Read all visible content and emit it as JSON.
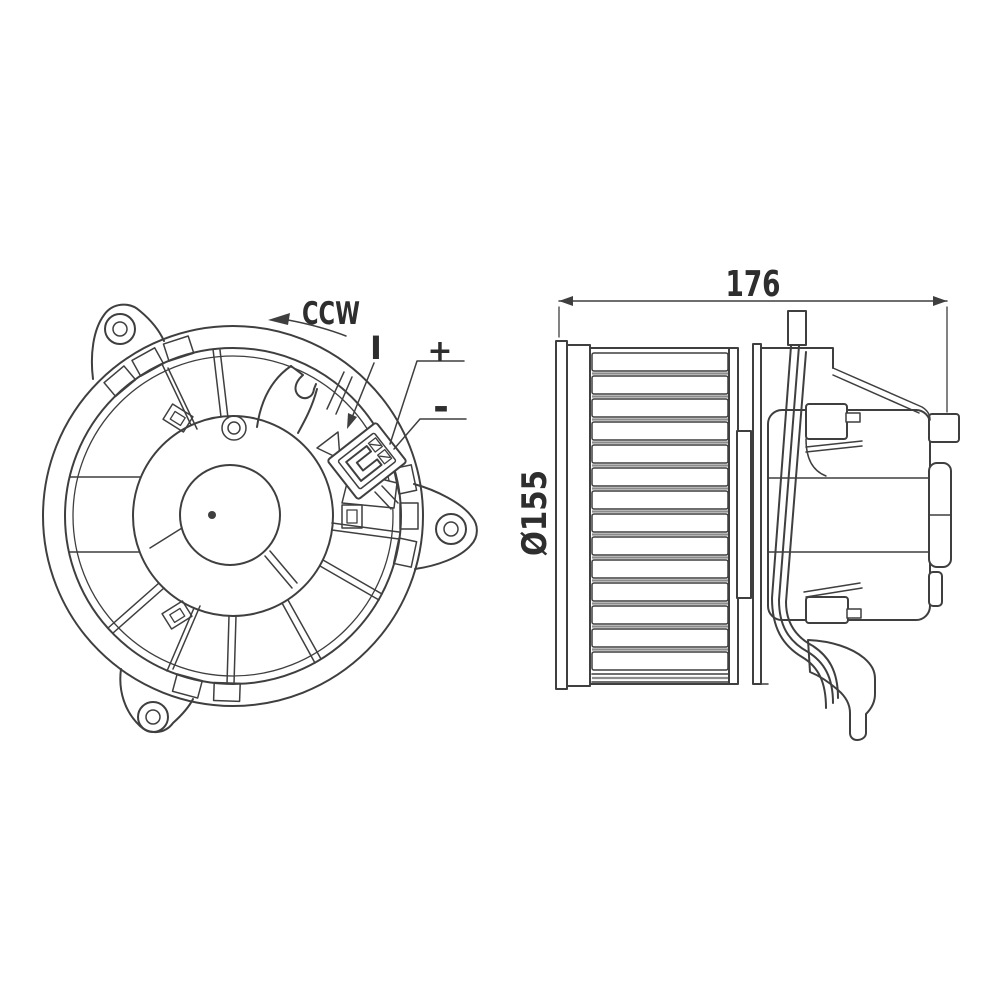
{
  "front_view": {
    "rotation_label": "CCW",
    "terminal_index_label": "I",
    "positive_terminal_label": "+",
    "negative_terminal_label": "-"
  },
  "side_view": {
    "overall_width_label": "176",
    "fan_diameter_label": "Ø155"
  },
  "colors": {
    "line": "#3f3f3f",
    "background": "#ffffff"
  }
}
